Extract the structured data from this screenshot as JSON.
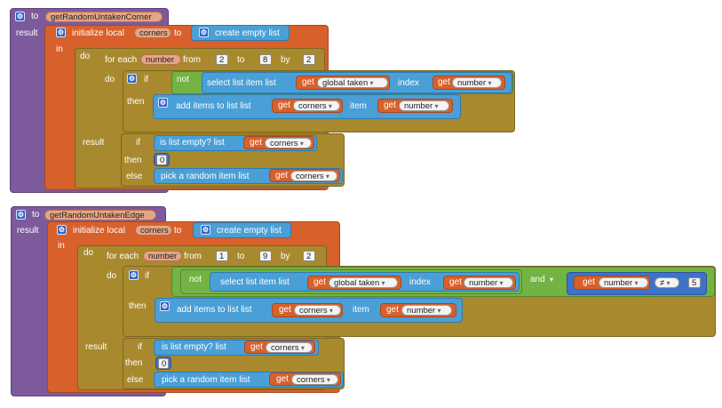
{
  "proc1": {
    "to": "to",
    "name": "getRandomUntakenCorner",
    "result": "result",
    "init_local": "initialize local",
    "var": "corners",
    "to2": "to",
    "create_empty": "create empty list",
    "in": "in",
    "do": "do",
    "for_each": "for each",
    "loop_var": "number",
    "from": "from",
    "from_val": "2",
    "to3": "to",
    "to_val": "8",
    "by": "by",
    "by_val": "2",
    "do2": "do",
    "if": "if",
    "not": "not",
    "select_item": "select list item  list",
    "get": "get",
    "global_taken": "global taken",
    "index": "index",
    "get_number": "number",
    "then": "then",
    "add_items": "add items to list  list",
    "get_corners": "corners",
    "item": "item",
    "result2": "result",
    "if2": "if",
    "is_empty": "is list empty?  list",
    "then2": "then",
    "zero": "0",
    "else": "else",
    "pick_random": "pick a random item  list"
  },
  "proc2": {
    "to": "to",
    "name": "getRandomUntakenEdge",
    "result": "result",
    "init_local": "initialize local",
    "var": "corners",
    "to2": "to",
    "create_empty": "create empty list",
    "in": "in",
    "do": "do",
    "for_each": "for each",
    "loop_var": "number",
    "from": "from",
    "from_val": "1",
    "to3": "to",
    "to_val": "9",
    "by": "by",
    "by_val": "2",
    "do2": "do",
    "if": "if",
    "not": "not",
    "select_item": "select list item  list",
    "get": "get",
    "global_taken": "global taken",
    "index": "index",
    "get_number": "number",
    "and": "and",
    "neq": "≠",
    "five": "5",
    "then": "then",
    "add_items": "add items to list  list",
    "get_corners": "corners",
    "item": "item",
    "result2": "result",
    "if2": "if",
    "is_empty": "is list empty?  list",
    "then2": "then",
    "zero": "0",
    "else": "else",
    "pick_random": "pick a random item  list"
  }
}
